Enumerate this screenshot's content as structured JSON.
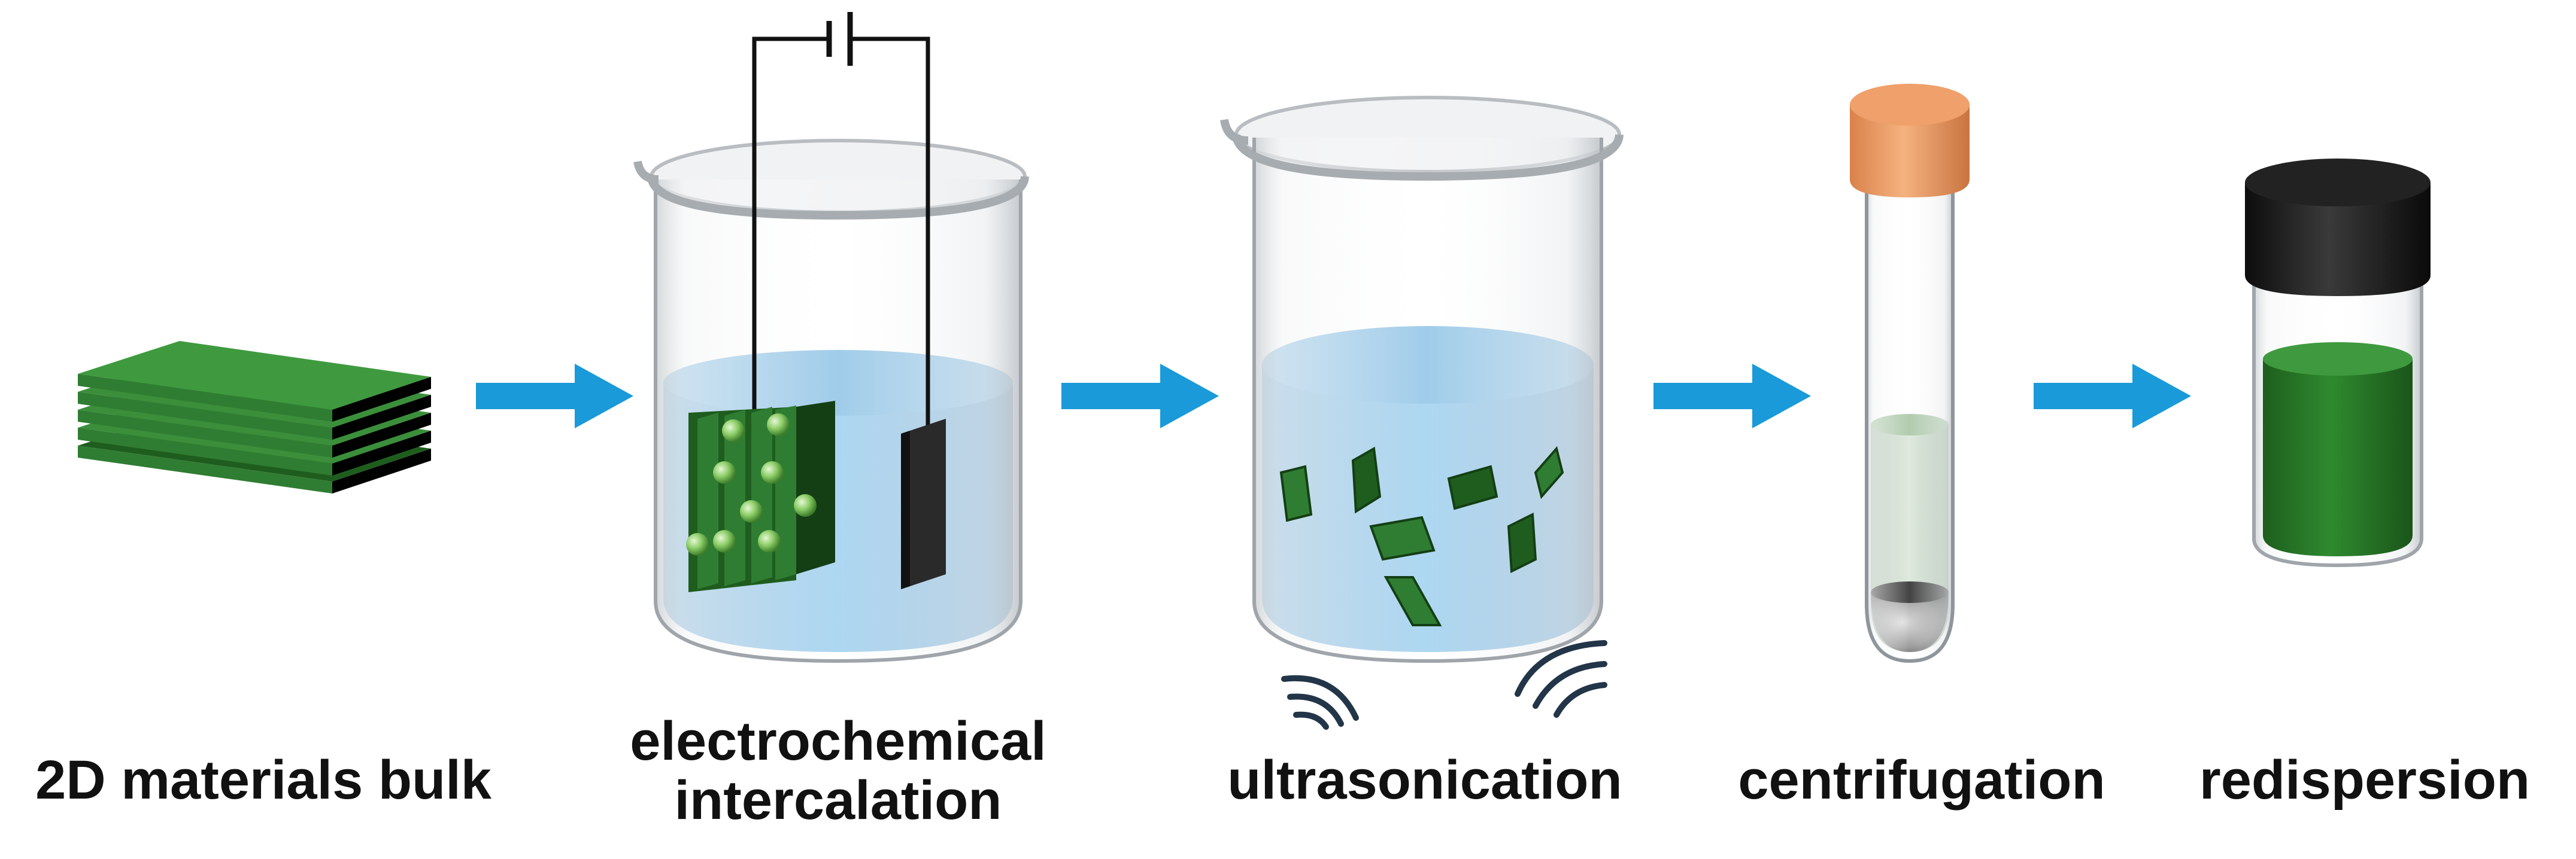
{
  "steps": [
    {
      "id": "bulk",
      "lines": [
        "2D materials bulk"
      ]
    },
    {
      "id": "intercalation",
      "lines": [
        "electrochemical",
        "intercalation"
      ]
    },
    {
      "id": "ultrasonication",
      "lines": [
        "ultrasonication"
      ]
    },
    {
      "id": "centrifugation",
      "lines": [
        "centrifugation"
      ]
    },
    {
      "id": "redispersion",
      "lines": [
        "redispersion"
      ]
    }
  ],
  "colors": {
    "arrow": "#1a9ad9",
    "flake_green": "#2f7d32",
    "flake_edge": "#000000",
    "liquid_blue": "#8ec4e6",
    "cap_orange": "#f0a06a",
    "cap_black": "#1a1a1a",
    "dispersion_green": "#2b7a2b"
  },
  "icons": [
    "stacked-flakes-icon",
    "beaker-icon",
    "battery-symbol-icon",
    "electrode-icon",
    "sound-wave-icon",
    "test-tube-icon",
    "vial-icon",
    "arrow-right-icon"
  ]
}
